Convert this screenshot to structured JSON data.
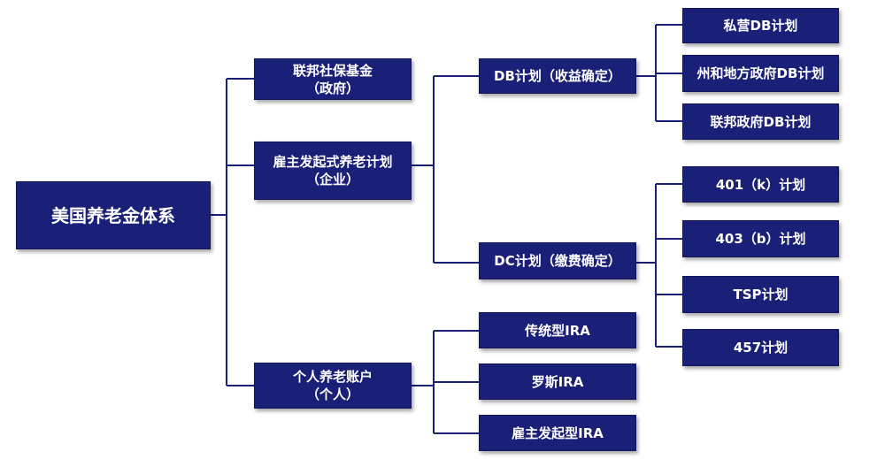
{
  "colors": {
    "box_fill": "#1a1f78",
    "connector": "#1a1f78",
    "text": "#ffffff"
  },
  "root": {
    "label": "美国养老金体系"
  },
  "level1": [
    {
      "line1": "联邦社保基金",
      "line2": "（政府）"
    },
    {
      "line1": "雇主发起式养老计划",
      "line2": "（企业）"
    },
    {
      "line1": "个人养老账户",
      "line2": "（个人）"
    }
  ],
  "level2": [
    {
      "label": "DB计划（收益确定）"
    },
    {
      "label": "DC计划（缴费确定）"
    },
    {
      "label": "传统型IRA"
    },
    {
      "label": "罗斯IRA"
    },
    {
      "label": "雇主发起型IRA"
    }
  ],
  "level3": [
    {
      "label": "私营DB计划"
    },
    {
      "label": "州和地方政府DB计划"
    },
    {
      "label": "联邦政府DB计划"
    },
    {
      "label": "401（k）计划"
    },
    {
      "label": "403（b）计划"
    },
    {
      "label": "TSP计划"
    },
    {
      "label": "457计划"
    }
  ]
}
